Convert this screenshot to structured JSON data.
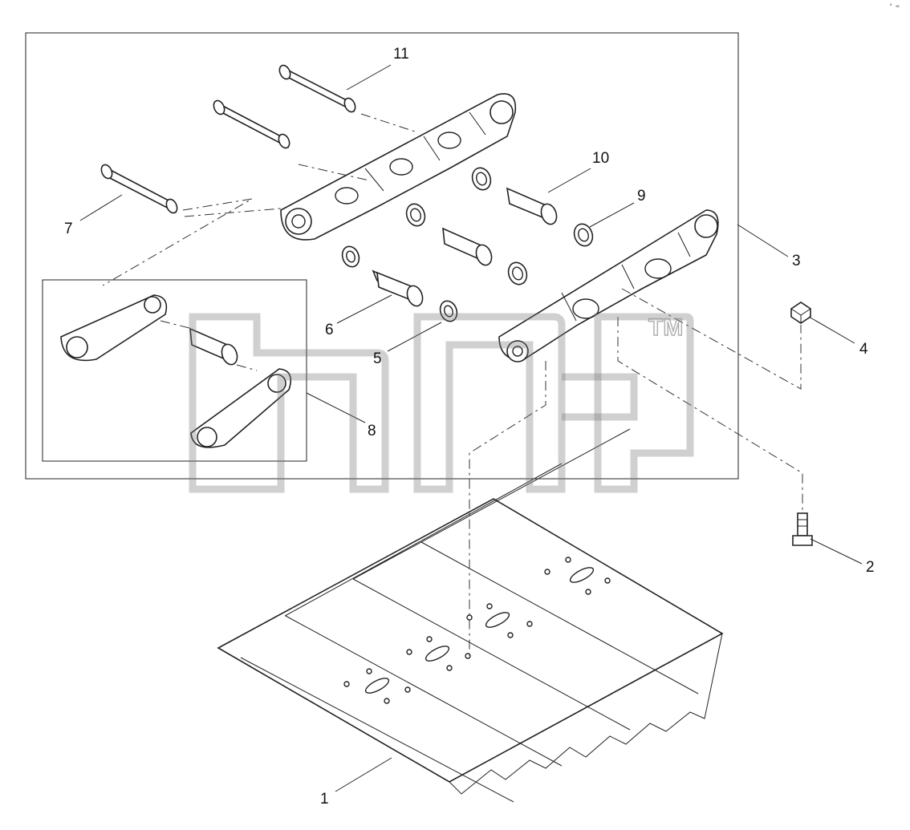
{
  "diagram": {
    "callouts": {
      "c1": "1",
      "c2": "2",
      "c3": "3",
      "c4": "4",
      "c5": "5",
      "c6": "6",
      "c7": "7",
      "c8": "8",
      "c9": "9",
      "c10": "10",
      "c11": "11"
    },
    "watermark_tm": "TM",
    "corner_mark": "° ∞"
  }
}
